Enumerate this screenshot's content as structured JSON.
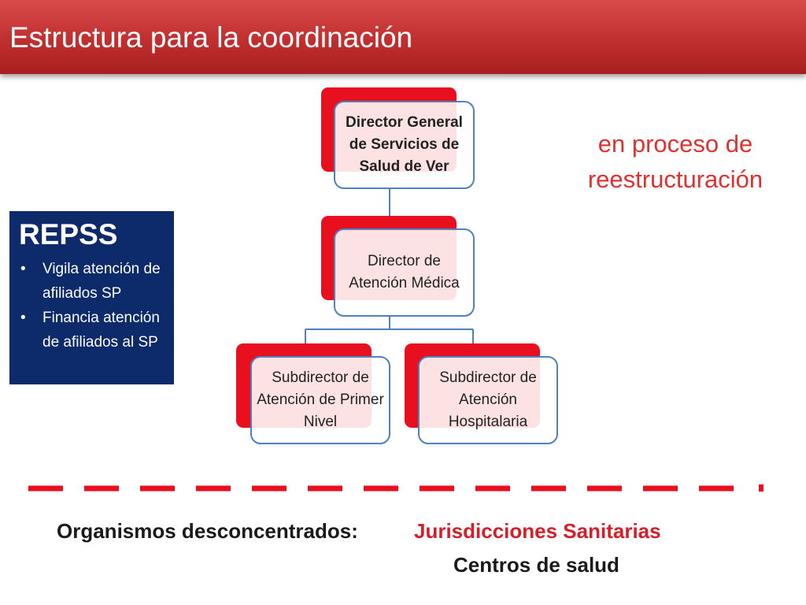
{
  "header": {
    "title": "Estructura para  la coordinación"
  },
  "org_chart": {
    "top": {
      "label": "Director General de Servicios de Salud de Ver"
    },
    "middle": {
      "label": "Director de Atención Médica"
    },
    "left": {
      "label": "Subdirector de Atención de Primer Nivel"
    },
    "right": {
      "label": "Subdirector de Atención Hospitalaria"
    }
  },
  "side_note": {
    "text": "en proceso de reestructuración"
  },
  "repss": {
    "title": "REPSS",
    "bullet": "•",
    "items": [
      "Vigila atención de afiliados SP",
      "Financia atención de afiliados al SP"
    ]
  },
  "footer": {
    "label": "Organismos desconcentrados:",
    "red_text": "Jurisdicciones Sanitarias",
    "dark_text": "Centros de salud"
  },
  "colors": {
    "title_bar": "#c02f2f",
    "accent_red": "#e8101e",
    "border_blue": "#4f81bd",
    "repss_bg": "#0d2a6b"
  }
}
